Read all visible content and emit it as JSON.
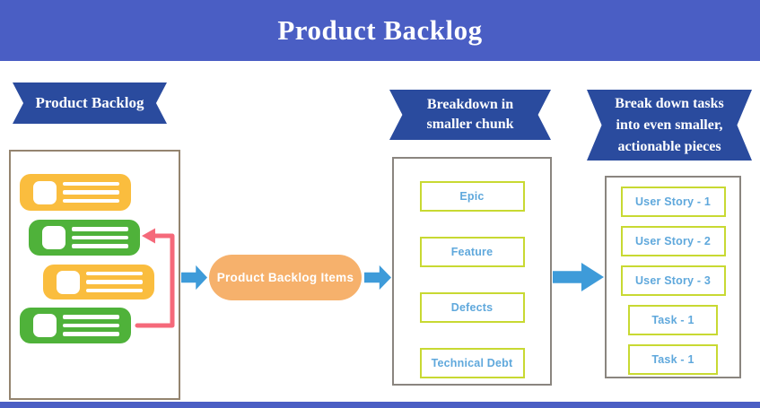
{
  "header": {
    "title": "Product Backlog"
  },
  "connector": {
    "label": "Product Backlog Items"
  },
  "backlog_cards": [
    "yellow",
    "green",
    "yellow",
    "green"
  ],
  "stages": [
    {
      "ribbon_lines": [
        "Product Backlog"
      ]
    },
    {
      "ribbon_lines": [
        "Breakdown in",
        "smaller chunk"
      ],
      "items": [
        "Epic",
        "Feature",
        "Defects",
        "Technical Debt"
      ]
    },
    {
      "ribbon_lines": [
        "Break down tasks",
        "into even smaller,",
        "actionable pieces"
      ],
      "items": [
        "User Story - 1",
        "User Story - 2",
        "User Story - 3",
        "Task - 1",
        "Task - 1"
      ]
    }
  ],
  "colors": {
    "header_bg": "#4a5ec4",
    "ribbon_bg": "#2a4b9e",
    "arrow_blue": "#3e9bd9",
    "pill_bg": "#f6b16c",
    "bar_yellow": "#fabd3e",
    "bar_green": "#4fb23a",
    "return_arrow": "#f5697a",
    "item_border": "#c8d932",
    "item_text": "#5fa8dc",
    "box_border_left": "#94846f",
    "box_border": "#8a857f"
  }
}
